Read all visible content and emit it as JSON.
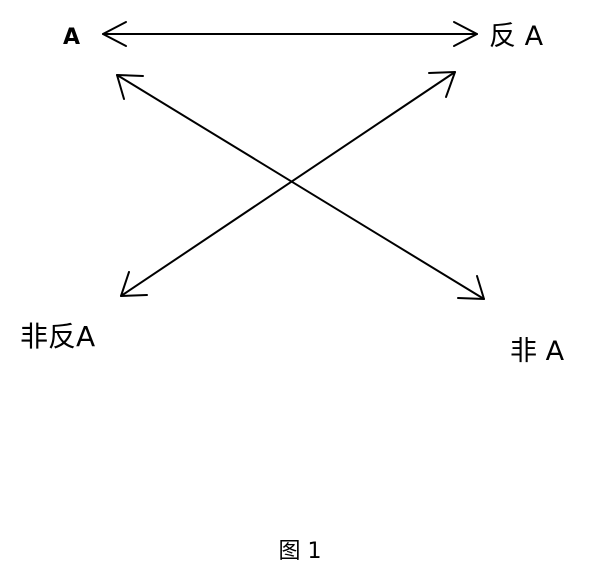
{
  "diagram": {
    "nodes": {
      "a": "A",
      "anti_a": "反 A",
      "non_anti_a": "非反A",
      "non_a": "非 A"
    },
    "caption": "图 1"
  }
}
